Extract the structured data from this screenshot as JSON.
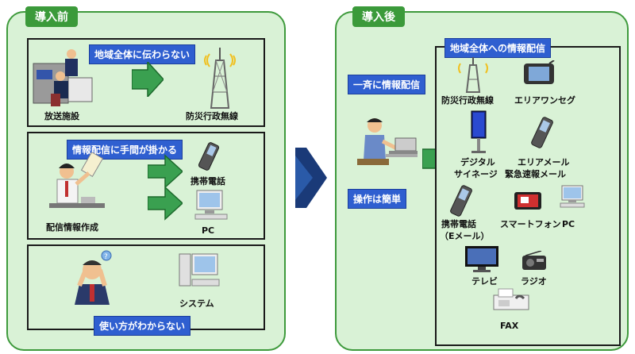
{
  "colors": {
    "panel_fill": "#d9f2d6",
    "panel_border": "#3e9a3c",
    "label_blue": "#2f5fd0",
    "arrow_green": "#3aa050",
    "arrow_navy": "#1a3a78"
  },
  "before": {
    "tag": "導入前",
    "box1": {
      "label": "地域全体に伝わらない",
      "left_caption": "放送施設",
      "right_caption": "防災行政無線"
    },
    "box2": {
      "label": "情報配信に手間が掛かる",
      "left_caption": "配信情報作成",
      "mobile_caption": "携帯電話",
      "pc_caption": "PC"
    },
    "box3": {
      "label": "使い方がわからない",
      "system_caption": "システム"
    }
  },
  "after": {
    "tag": "導入後",
    "label_broadcast": "一斉に情報配信",
    "label_easy": "操作は簡単",
    "right_box_label": "地域全体への情報配信",
    "items": {
      "radio_tower": "防災行政無線",
      "one_seg": "エリアワンセグ",
      "signage_1": "デジタル",
      "signage_2": "サイネージ",
      "area_mail_1": "エリアメール",
      "area_mail_2": "緊急速報メール",
      "mobile_1": "携帯電話",
      "mobile_2": "（Eメール）",
      "smartphone": "スマートフォン",
      "pc": "PC",
      "tv": "テレビ",
      "radio": "ラジオ",
      "fax": "FAX"
    }
  }
}
